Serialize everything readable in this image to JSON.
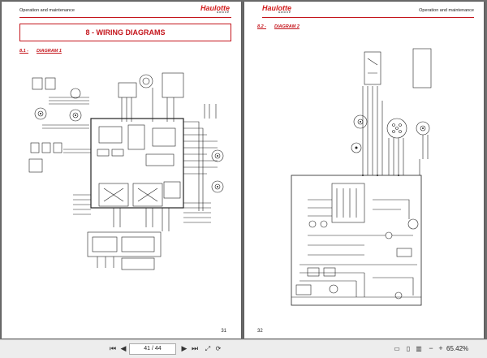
{
  "left_page": {
    "header_text": "Operation and maintenance",
    "logo": "Haulotte",
    "logo_sub": "GROUP",
    "chapter_title": "8 - WIRING DIAGRAMS",
    "section_number": "8.1 -",
    "section_title": "DIAGRAM 1",
    "page_number": "31"
  },
  "right_page": {
    "header_text": "Operation and maintenance",
    "logo": "Haulotte",
    "logo_sub": "GROUP",
    "section_number": "8.2 -",
    "section_title": "DIAGRAM 2",
    "page_number": "32"
  },
  "toolbar": {
    "page_indicator": "41 / 44",
    "zoom_level": "65.42%",
    "first_icon": "first-page-icon",
    "prev_icon": "previous-page-icon",
    "next_icon": "next-page-icon",
    "last_icon": "last-page-icon"
  },
  "colors": {
    "accent_red": "#c4141b",
    "viewer_bg": "#6f6f6f",
    "toolbar_bg": "#ededed"
  }
}
